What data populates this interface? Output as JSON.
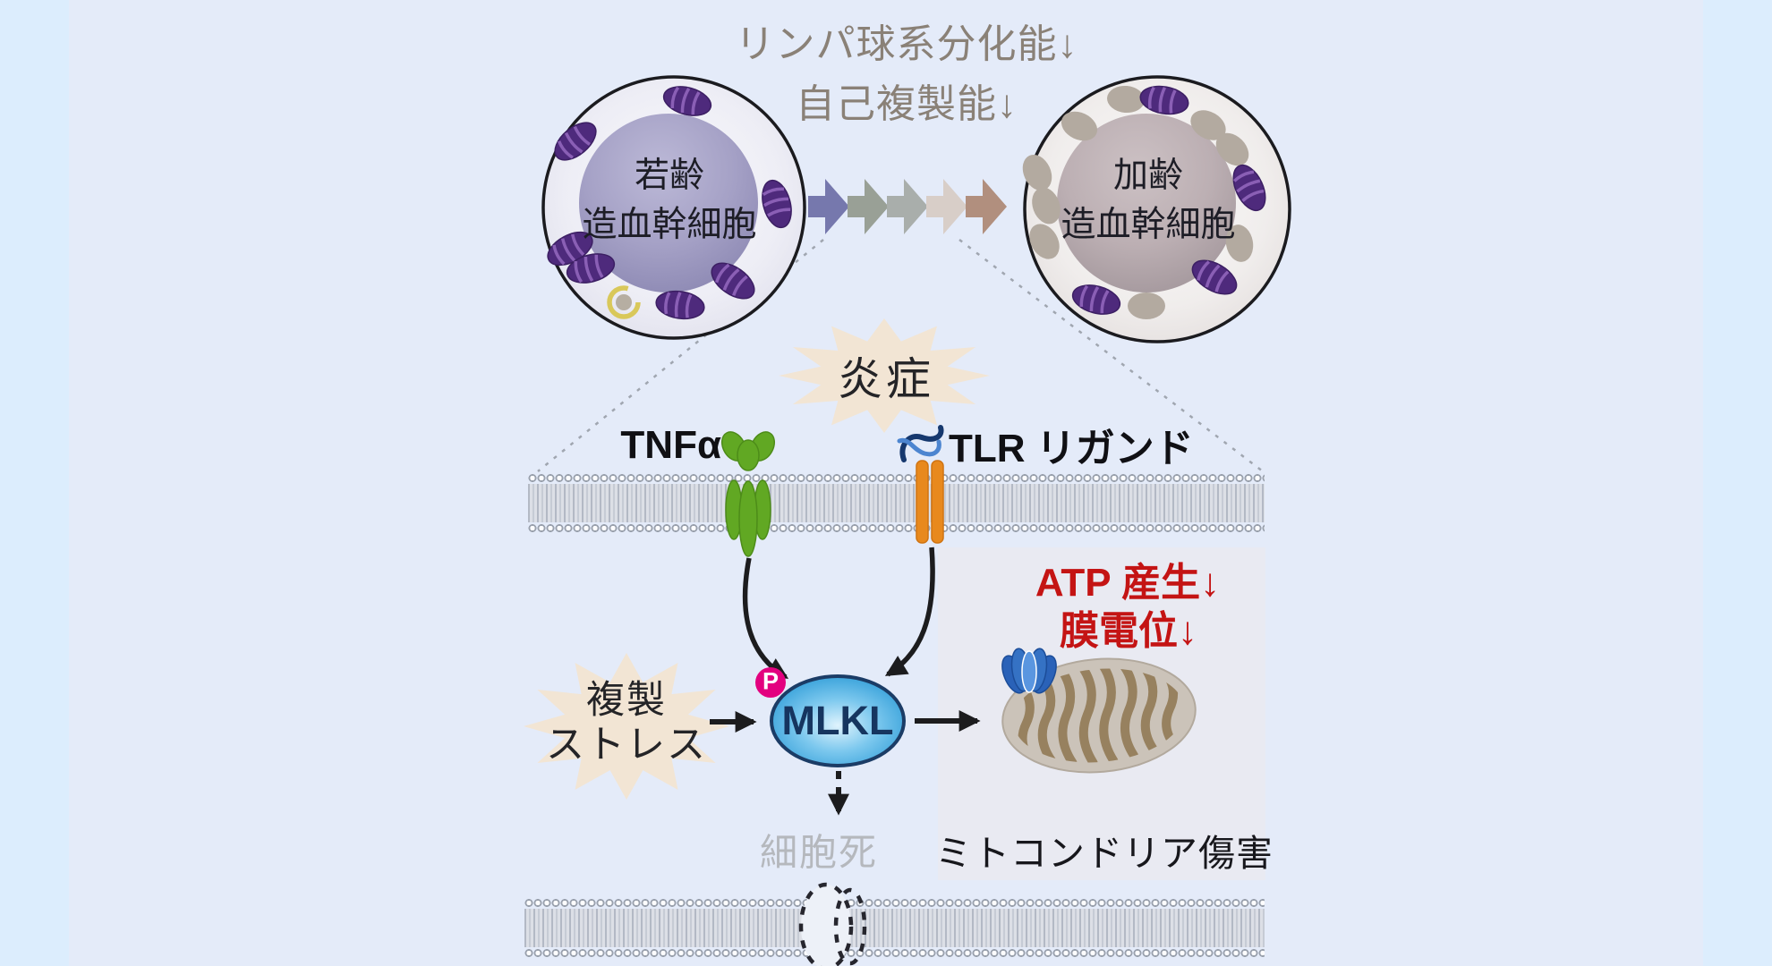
{
  "figure": {
    "caption_top": {
      "line1": "リンパ球系分化能↓",
      "line2": "自己複製能↓"
    },
    "young_cell": {
      "line1": "若齢",
      "line2": "造血幹細胞"
    },
    "aged_cell": {
      "line1": "加齢",
      "line2": "造血幹細胞"
    },
    "inflammation": {
      "label": "炎症"
    },
    "tnf": {
      "label": "TNFα"
    },
    "tlr": {
      "label": "TLR リガンド"
    },
    "replication_stress": {
      "line1": "複製",
      "line2": "ストレス"
    },
    "mlkl": {
      "label": "MLKL",
      "phospho_mark": "P"
    },
    "cell_death": {
      "label": "細胞死"
    },
    "mitochondria_panel": {
      "atp_line": "ATP 産生↓",
      "potential_line": "膜電位↓",
      "caption": "ミトコンドリア傷害"
    },
    "transition_arrows": {
      "colors": [
        "#7678ad",
        "#99a096",
        "#a9aeab",
        "#d8cec8",
        "#b18f7e"
      ]
    },
    "colors": {
      "background": "#dcedfd",
      "panel": "#e4ebf9",
      "mito_panel": "#e9eaf2",
      "caption_top_text": "#8a8177",
      "burst_fill": "#f2e5d4",
      "tnf_green": "#61a823",
      "tlr_orange": "#e8891d",
      "dna_blue": "#16386e",
      "mlkl_blue": "#2496d4",
      "phospho_pink": "#e3007f",
      "warning_red": "#c41414",
      "cell_death_gray": "#b5b8bd",
      "mito_outer": "#cbc3b9",
      "mito_cristae": "#97815f",
      "young_nucleus": "#8b87b2",
      "aged_nucleus": "#a2969b",
      "purple_mitochondria": "#4e2a7c",
      "aged_gray_blobs": "#b3aaa0"
    }
  }
}
